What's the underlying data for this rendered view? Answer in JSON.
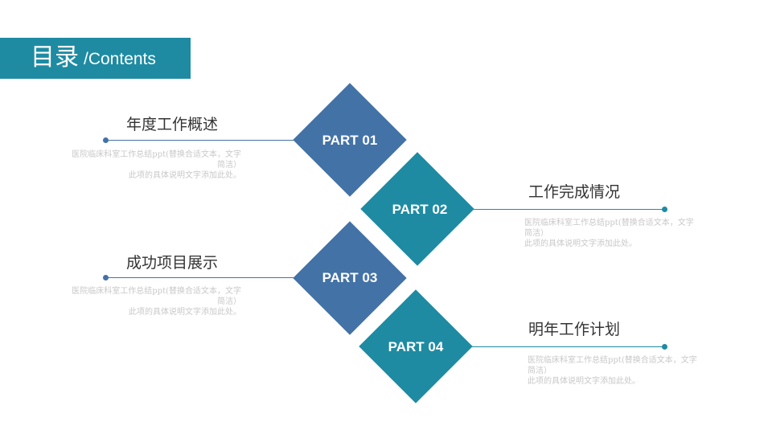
{
  "header": {
    "title_cn": "目录",
    "title_en": "/Contents"
  },
  "parts": [
    {
      "label": "PART 01",
      "title": "年度工作概述",
      "desc_line1": "医院临床科室工作总结ppt(替换合适文本，文字",
      "desc_line2": "简洁）",
      "desc_line3": "此项的具体说明文字添加此处。"
    },
    {
      "label": "PART 02",
      "title": "工作完成情况",
      "desc_line1": "医院临床科室工作总结ppt(替换合适文本，文字",
      "desc_line2": "简洁）",
      "desc_line3": "此项的具体说明文字添加此处。"
    },
    {
      "label": "PART 03",
      "title": "成功项目展示",
      "desc_line1": "医院临床科室工作总结ppt(替换合适文本，文字",
      "desc_line2": "简洁）",
      "desc_line3": "此项的具体说明文字添加此处。"
    },
    {
      "label": "PART 04",
      "title": "明年工作计划",
      "desc_line1": "医院临床科室工作总结ppt(替换合适文本，文字",
      "desc_line2": "简洁）",
      "desc_line3": "此项的具体说明文字添加此处。"
    }
  ],
  "colors": {
    "blue": "#4372a6",
    "teal": "#1e8ba3",
    "text": "#333333",
    "muted": "#c8c8c8"
  }
}
